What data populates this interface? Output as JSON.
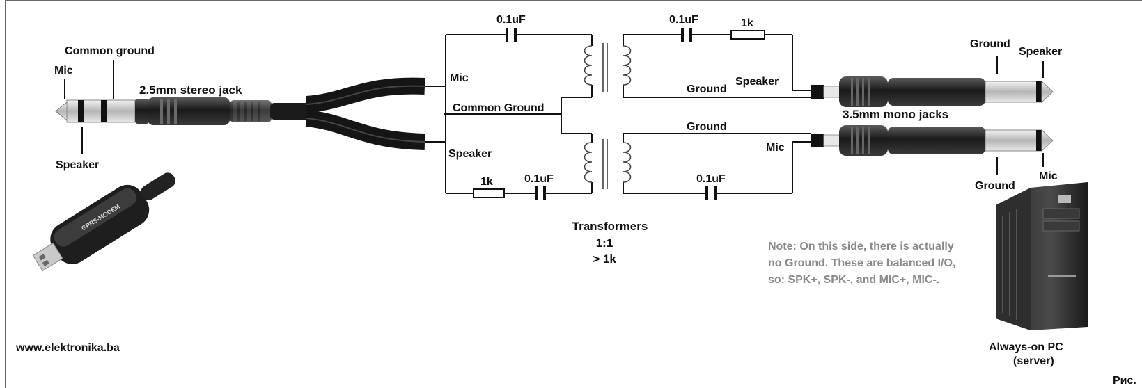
{
  "labels": {
    "mic_left": "Mic",
    "common_ground_left": "Common ground",
    "stereo_jack": "2.5mm stereo jack",
    "speaker_left": "Speaker",
    "cable_mic": "Mic",
    "cable_common_ground": "Common Ground",
    "cable_speaker": "Speaker",
    "cap_top_left": "0.1uF",
    "cap_top_right": "0.1uF",
    "res_top": "1k",
    "res_bottom": "1k",
    "cap_bottom_left": "0.1uF",
    "cap_bottom_right": "0.1uF",
    "ground_top": "Ground",
    "speaker_top_right": "Speaker",
    "ground_bottom": "Ground",
    "mic_bottom_right": "Mic",
    "transformers_line1": "Transformers",
    "transformers_line2": "1:1",
    "transformers_line3": "> 1k",
    "mono_jacks": "3.5mm mono jacks",
    "ground_jack_top": "Ground",
    "speaker_jack_top": "Speaker",
    "ground_jack_bottom": "Ground",
    "mic_jack_bottom": "Mic",
    "note_line1": "Note: On this side, there is actually",
    "note_line2": "no Ground. These are balanced I/O,",
    "note_line3": "so: SPK+, SPK-, and MIC+, MIC-.",
    "pc_line1": "Always-on PC",
    "pc_line2": "(server)",
    "website": "www.elektronika.ba",
    "fig": "Рис.",
    "modem_text": "GPRS-MODEM"
  },
  "colors": {
    "wire": "#111111",
    "jack_body": "#1c1c1c",
    "jack_metal": "#c8c8c8",
    "note": "#8a8a8a",
    "frame": "#333333"
  }
}
